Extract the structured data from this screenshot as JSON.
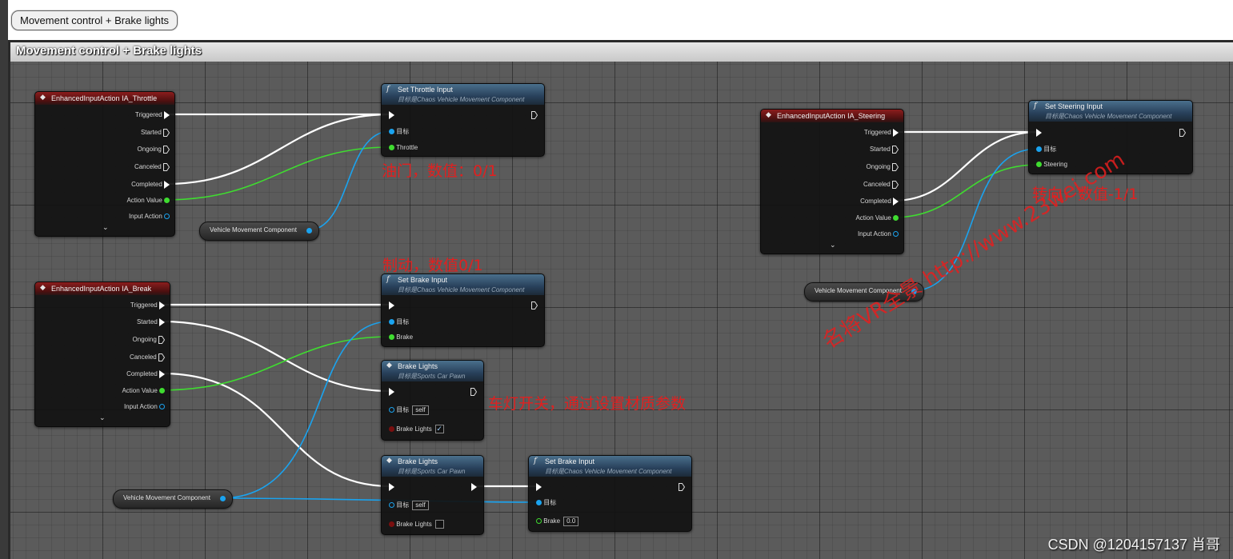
{
  "tab": {
    "label": "Movement control + Brake lights"
  },
  "comment": {
    "title": "Movement control + Brake lights"
  },
  "colors": {
    "exec": "#ffffff",
    "float": "#3fdc30",
    "object": "#1aa3ef",
    "event_header": "#8c1d1d",
    "function_header": "#3d5f7c",
    "annotation": "#e02020"
  },
  "event_throttle": {
    "title": "EnhancedInputAction IA_Throttle",
    "pins": [
      "Triggered",
      "Started",
      "Ongoing",
      "Canceled",
      "Completed",
      "Action Value",
      "Input Action"
    ],
    "expand": "⌄"
  },
  "event_break": {
    "title": "EnhancedInputAction IA_Break",
    "pins": [
      "Triggered",
      "Started",
      "Ongoing",
      "Canceled",
      "Completed",
      "Action Value",
      "Input Action"
    ],
    "expand": "⌄"
  },
  "event_steering": {
    "title": "EnhancedInputAction IA_Steering",
    "pins": [
      "Triggered",
      "Started",
      "Ongoing",
      "Canceled",
      "Completed",
      "Action Value",
      "Input Action"
    ],
    "expand": "⌄"
  },
  "set_throttle": {
    "icon": "f",
    "title": "Set Throttle Input",
    "subtitle": "目标是Chaos Vehicle Movement Component",
    "target": "目标",
    "param": "Throttle"
  },
  "set_brake_1": {
    "icon": "f",
    "title": "Set Brake Input",
    "subtitle": "目标是Chaos Vehicle Movement Component",
    "target": "目标",
    "param": "Brake"
  },
  "set_steering": {
    "icon": "f",
    "title": "Set Steering Input",
    "subtitle": "目标是Chaos Vehicle Movement Component",
    "target": "目标",
    "param": "Steering"
  },
  "brake_lights_1": {
    "title": "Brake Lights",
    "subtitle": "目标是Sports Car Pawn",
    "target": "目标",
    "target_value": "self",
    "param": "Brake Lights",
    "checked": "✓"
  },
  "brake_lights_2": {
    "title": "Brake Lights",
    "subtitle": "目标是Sports Car Pawn",
    "target": "目标",
    "target_value": "self",
    "param": "Brake Lights",
    "checked": ""
  },
  "set_brake_2": {
    "icon": "f",
    "title": "Set Brake Input",
    "subtitle": "目标是Chaos Vehicle Movement Component",
    "target": "目标",
    "param": "Brake",
    "param_value": "0.0"
  },
  "var_nodes": {
    "vmc1": "Vehicle Movement Component",
    "vmc2": "Vehicle Movement Component",
    "vmc3": "Vehicle Movement Component"
  },
  "annotations": {
    "throttle": "油门，数值：0/1",
    "brake": "制动，数值0/1",
    "lights": "车灯开关，通过设置材质参数",
    "steering": "转向，数值-1/1"
  },
  "watermark": "名将VR全景 http://www.23wei.com",
  "csdn": "CSDN @1204157137 肖哥"
}
